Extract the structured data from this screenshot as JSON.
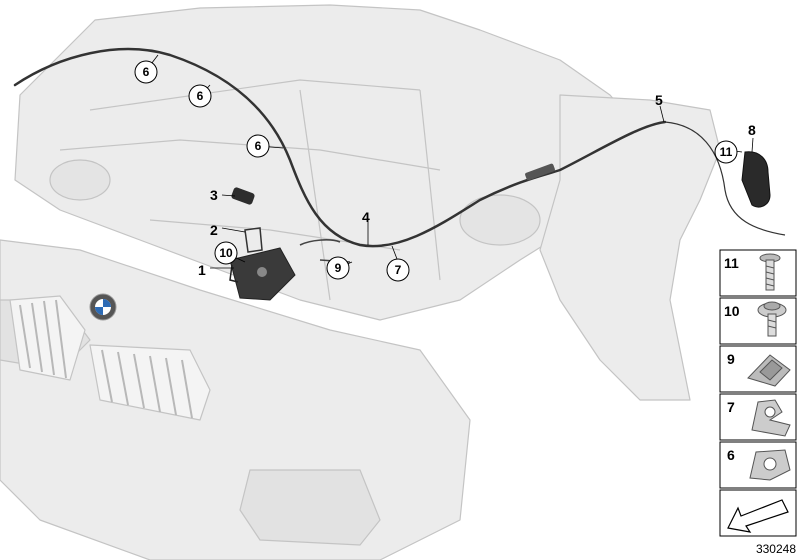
{
  "callouts": [
    {
      "id": "c-1",
      "label": "1",
      "circled": false
    },
    {
      "id": "c-2",
      "label": "2",
      "circled": false
    },
    {
      "id": "c-3",
      "label": "3",
      "circled": false
    },
    {
      "id": "c-4",
      "label": "4",
      "circled": false
    },
    {
      "id": "c-5",
      "label": "5",
      "circled": false
    },
    {
      "id": "c-8",
      "label": "8",
      "circled": false
    },
    {
      "id": "c-6a",
      "label": "6",
      "circled": true
    },
    {
      "id": "c-6b",
      "label": "6",
      "circled": true
    },
    {
      "id": "c-6c",
      "label": "6",
      "circled": true
    },
    {
      "id": "c-7",
      "label": "7",
      "circled": true
    },
    {
      "id": "c-9",
      "label": "9",
      "circled": true
    },
    {
      "id": "c-10",
      "label": "10",
      "circled": true
    },
    {
      "id": "c-11",
      "label": "11",
      "circled": true
    }
  ],
  "legend": [
    {
      "label": "11",
      "part": "screw"
    },
    {
      "label": "10",
      "part": "collar-screw"
    },
    {
      "label": "9",
      "part": "clip-nut"
    },
    {
      "label": "7",
      "part": "cable-clip"
    },
    {
      "label": "6",
      "part": "cable-holder"
    }
  ],
  "diagram_id": "330248"
}
